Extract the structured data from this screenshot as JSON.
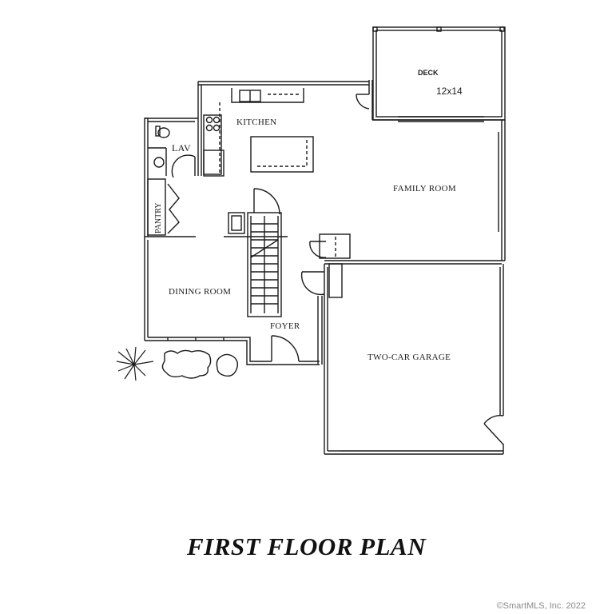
{
  "title": "FIRST FLOOR PLAN",
  "copyright": "©SmartMLS, Inc.  2022",
  "rooms": {
    "deck": {
      "label": "DECK",
      "dimensions": "12x14"
    },
    "kitchen": {
      "label": "KITCHEN"
    },
    "lav": {
      "label": "LAV"
    },
    "pantry": {
      "label": "PANTRY"
    },
    "family_room": {
      "label": "FAMILY ROOM"
    },
    "dining_room": {
      "label": "DINING ROOM"
    },
    "foyer": {
      "label": "FOYER"
    },
    "garage": {
      "label": "TWO-CAR GARAGE"
    }
  },
  "colors": {
    "line": "#1a1a1a",
    "background": "#ffffff",
    "watermark": "#8a8a8a"
  }
}
